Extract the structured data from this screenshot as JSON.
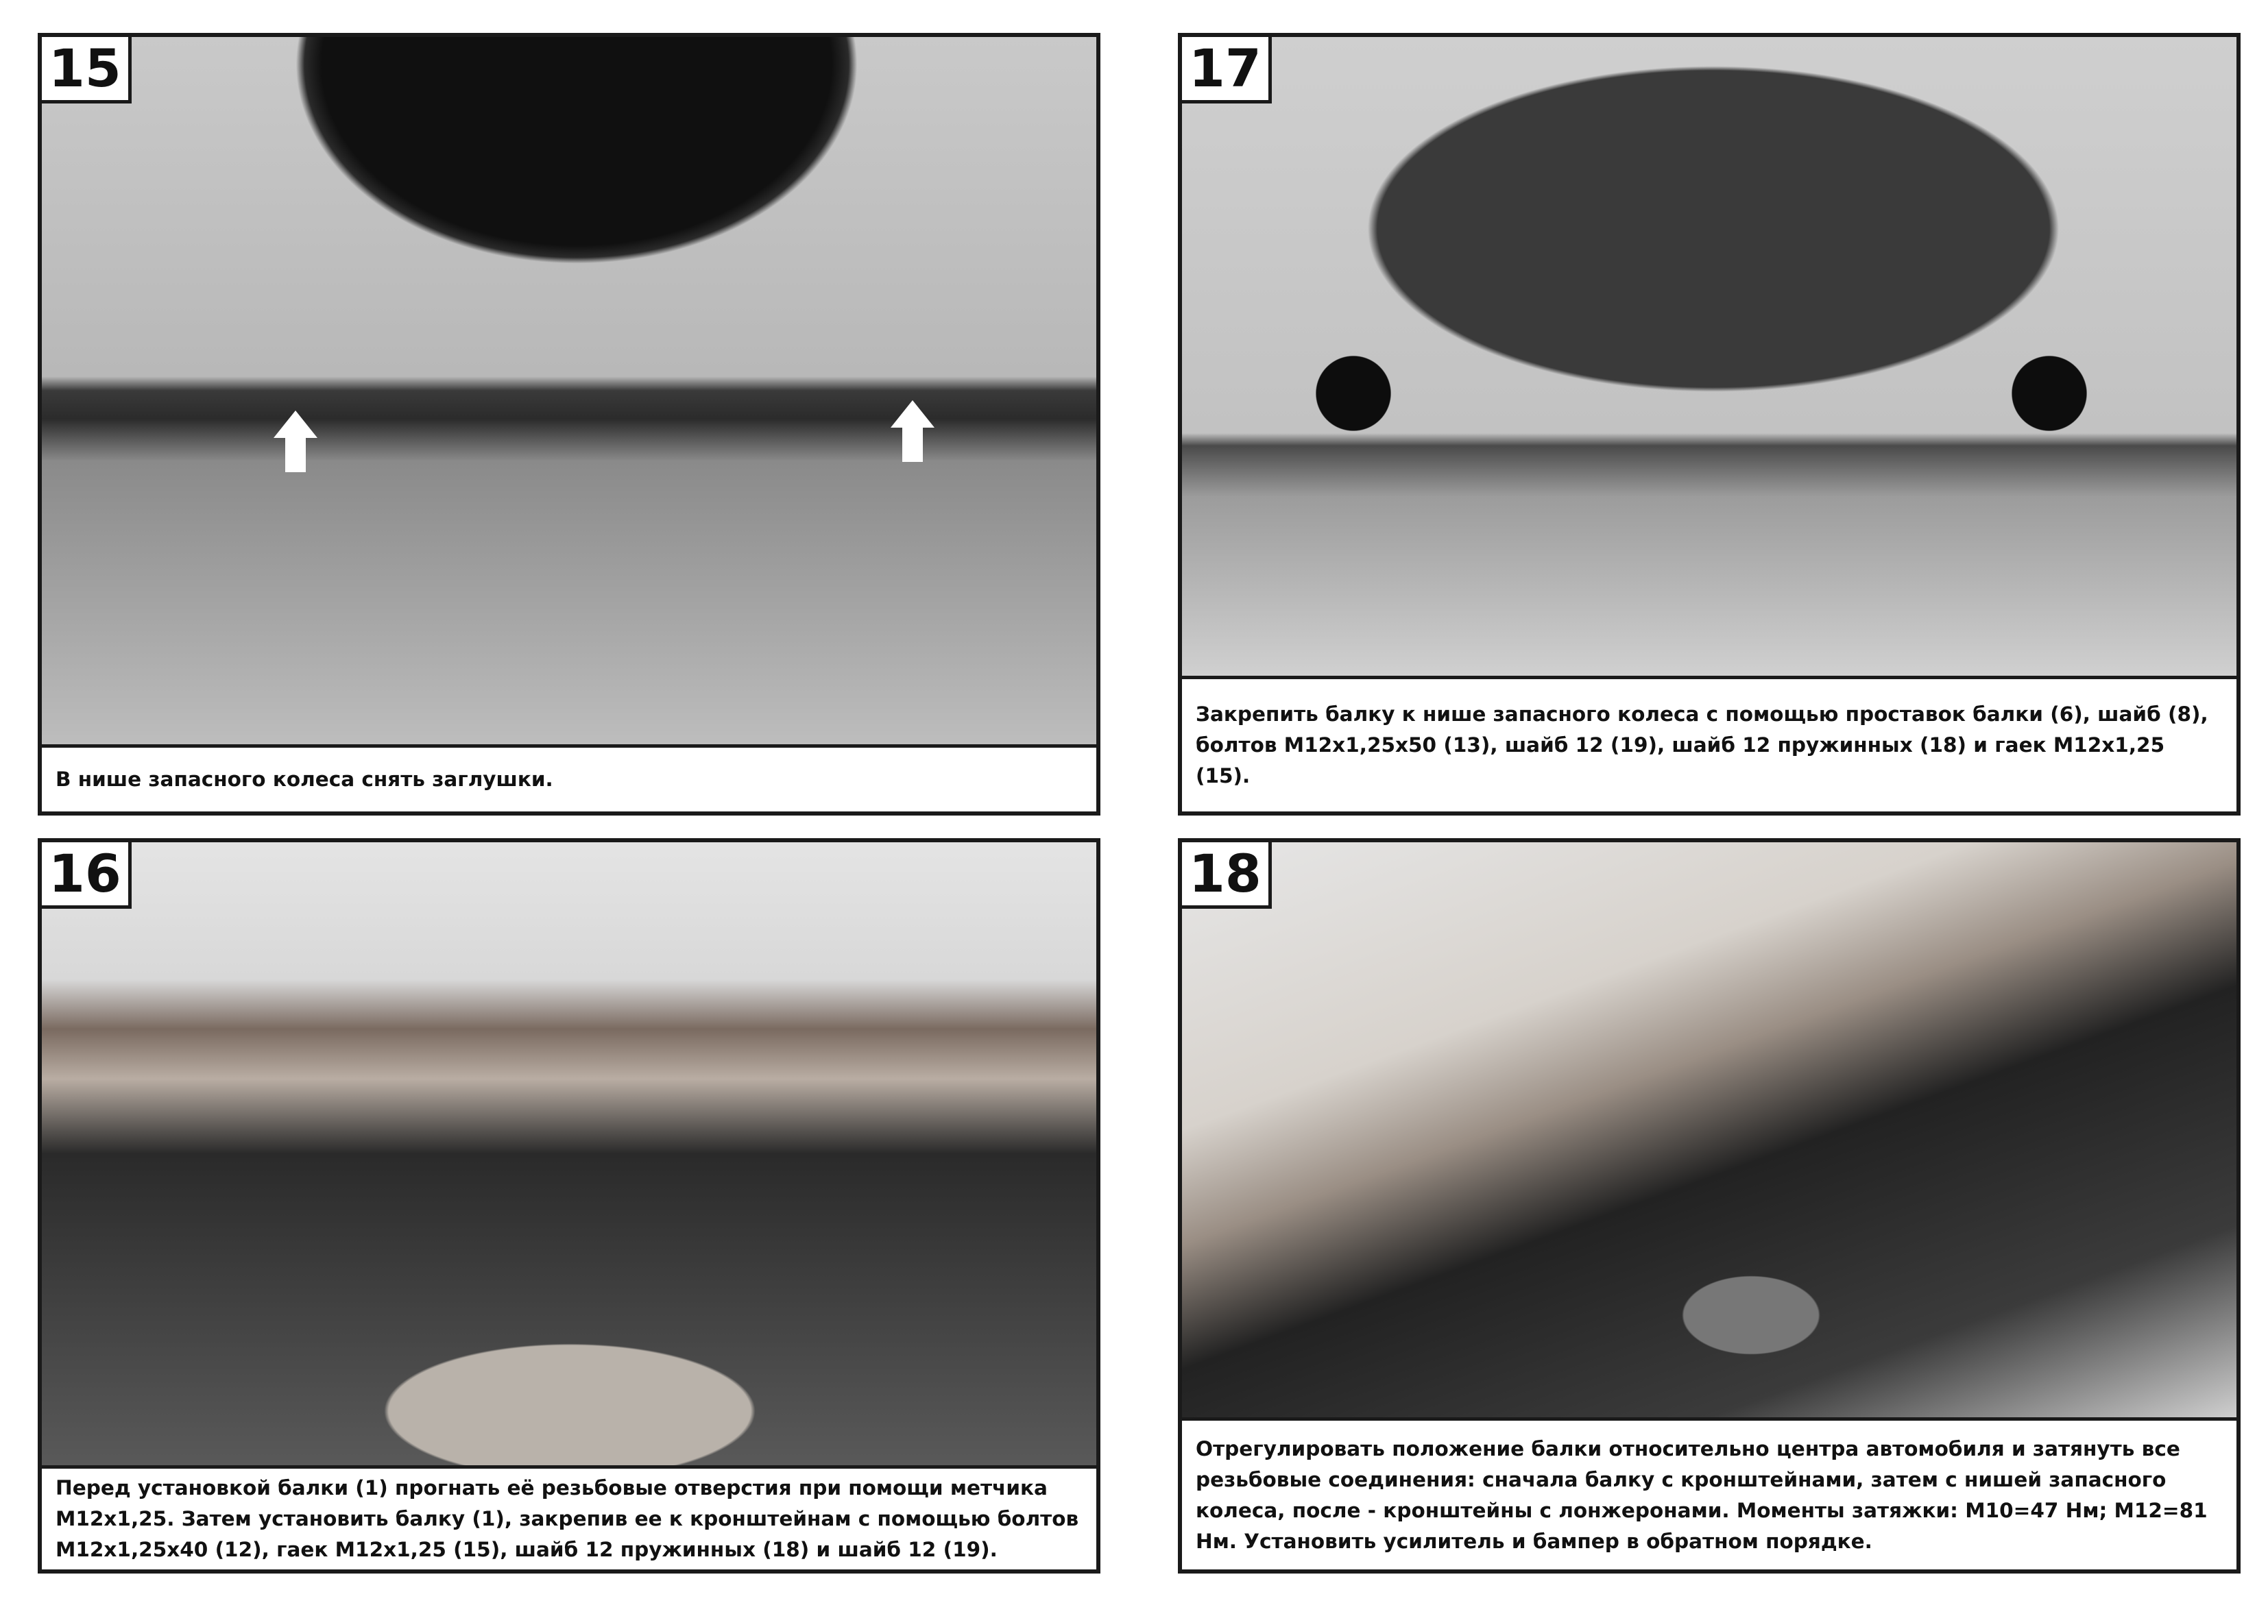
{
  "steps": [
    {
      "number": "15",
      "text": "В нише запасного колеса снять заглушки."
    },
    {
      "number": "17",
      "text": "Закрепить балку к нише запасного колеса с помощью проставок балки (6), шайб (8), болтов М12х1,25х50 (13), шайб 12 (19), шайб 12 пружинных (18) и гаек М12х1,25 (15)."
    },
    {
      "number": "16",
      "text": "Перед установкой балки (1) прогнать её резьбовые отверстия при помощи метчика М12х1,25. Затем установить балку (1), закрепив ее к кронштейнам с помощью болтов М12х1,25х40 (12), гаек М12х1,25 (15), шайб 12 пружинных (18) и шайб 12 (19)."
    },
    {
      "number": "18",
      "text": "Отрегулировать положение балки относительно центра автомобиля и затянуть все резьбовые соединения: сначала балку с кронштейнами, затем с нишей запасного колеса, после - кронштейны с лонжеронами. Моменты затяжки: М10=47 Нм; М12=81 Нм. Установить усилитель и бампер в обратном порядке."
    }
  ]
}
